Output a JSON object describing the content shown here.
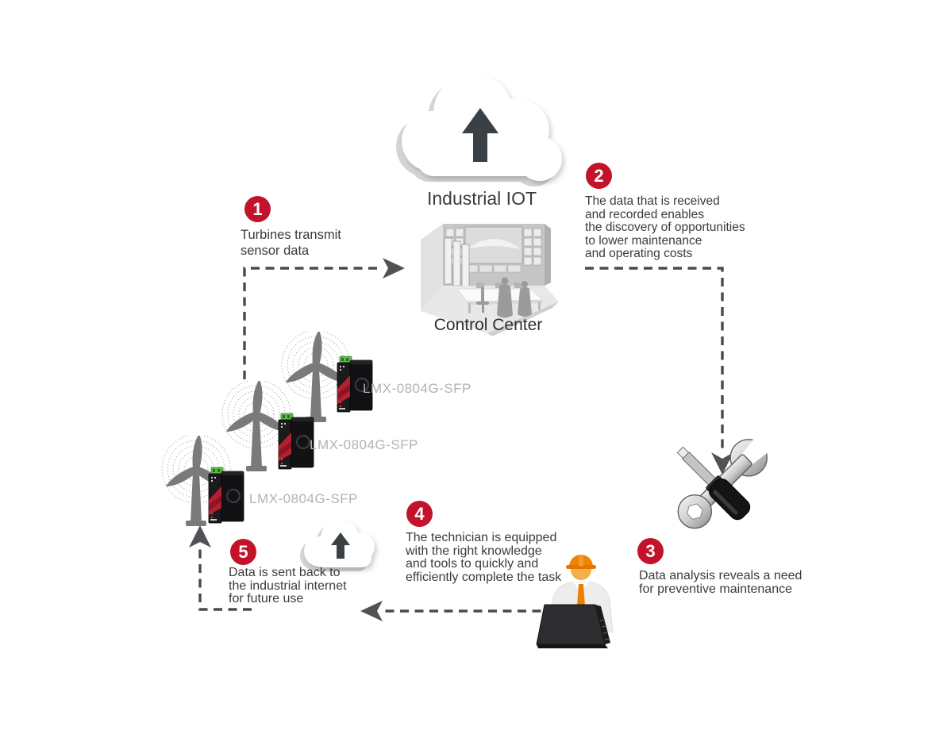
{
  "cloud": {
    "label": "Industrial IOT"
  },
  "control_center": {
    "label": "Control Center"
  },
  "device": {
    "model": "LMX-0804G-SFP"
  },
  "steps": [
    {
      "num": "1",
      "lines": [
        "Turbines transmit",
        "sensor data"
      ]
    },
    {
      "num": "2",
      "lines": [
        "The data that is received",
        "and recorded enables",
        "the discovery of opportunities",
        "to lower maintenance",
        "and operating costs"
      ]
    },
    {
      "num": "3",
      "lines": [
        "Data analysis reveals a need",
        "for preventive maintenance"
      ]
    },
    {
      "num": "4",
      "lines": [
        "The technician is equipped",
        "with the right knowledge",
        "and tools to quickly and",
        "efficiently complete the task"
      ]
    },
    {
      "num": "5",
      "lines": [
        "Data is sent back to",
        "the industrial internet",
        "for future use"
      ]
    }
  ],
  "icons": {
    "big_cloud": "cloud with up-arrow",
    "small_cloud": "cloud with up-arrow",
    "control_center": "isometric control room with video wall",
    "turbine": "wind turbine emitting signal waves",
    "switch": "industrial ethernet switch",
    "tools": "crossed wrench and screwdriver",
    "technician": "worker with hard hat and laptop",
    "flow": "dashed arrows 1-2-3-4-5 loop"
  },
  "colors": {
    "badge_red": "#c3132b",
    "text_dark": "#3b3b3b",
    "dash_gray": "#4a4a4a",
    "device_label_gray": "#b2b2b2",
    "turbine_gray": "#7a7a7a",
    "hardhat_orange": "#f08300",
    "cloud_arrow_dark": "#3b4045"
  }
}
